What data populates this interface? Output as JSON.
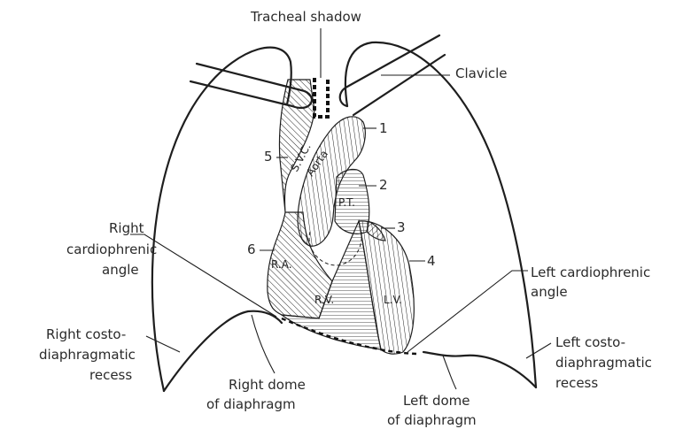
{
  "labels": {
    "tracheal_shadow": "Tracheal shadow",
    "clavicle": "Clavicle",
    "right_cardiophrenic_1": "Right",
    "right_cardiophrenic_2": "cardiophrenic",
    "right_cardiophrenic_3": "angle",
    "right_costo_1": "Right costo-",
    "right_costo_2": "diaphragmatic",
    "right_costo_3": "recess",
    "right_dome_1": "Right dome",
    "right_dome_2": "of diaphragm",
    "left_cardiophrenic_1": "Left cardiophrenic",
    "left_cardiophrenic_2": "angle",
    "left_costo_1": "Left costo-",
    "left_costo_2": "diaphragmatic",
    "left_costo_3": "recess",
    "left_dome_1": "Left dome",
    "left_dome_2": "of diaphragm"
  },
  "numbers": {
    "n1": "1",
    "n2": "2",
    "n3": "3",
    "n4": "4",
    "n5": "5",
    "n6": "6"
  },
  "structures": {
    "svc": "S.V.C.",
    "aorta": "Aorta",
    "pt": "P.T.",
    "ra": "R.A.",
    "rv": "R.V.",
    "lv": "L.V."
  }
}
